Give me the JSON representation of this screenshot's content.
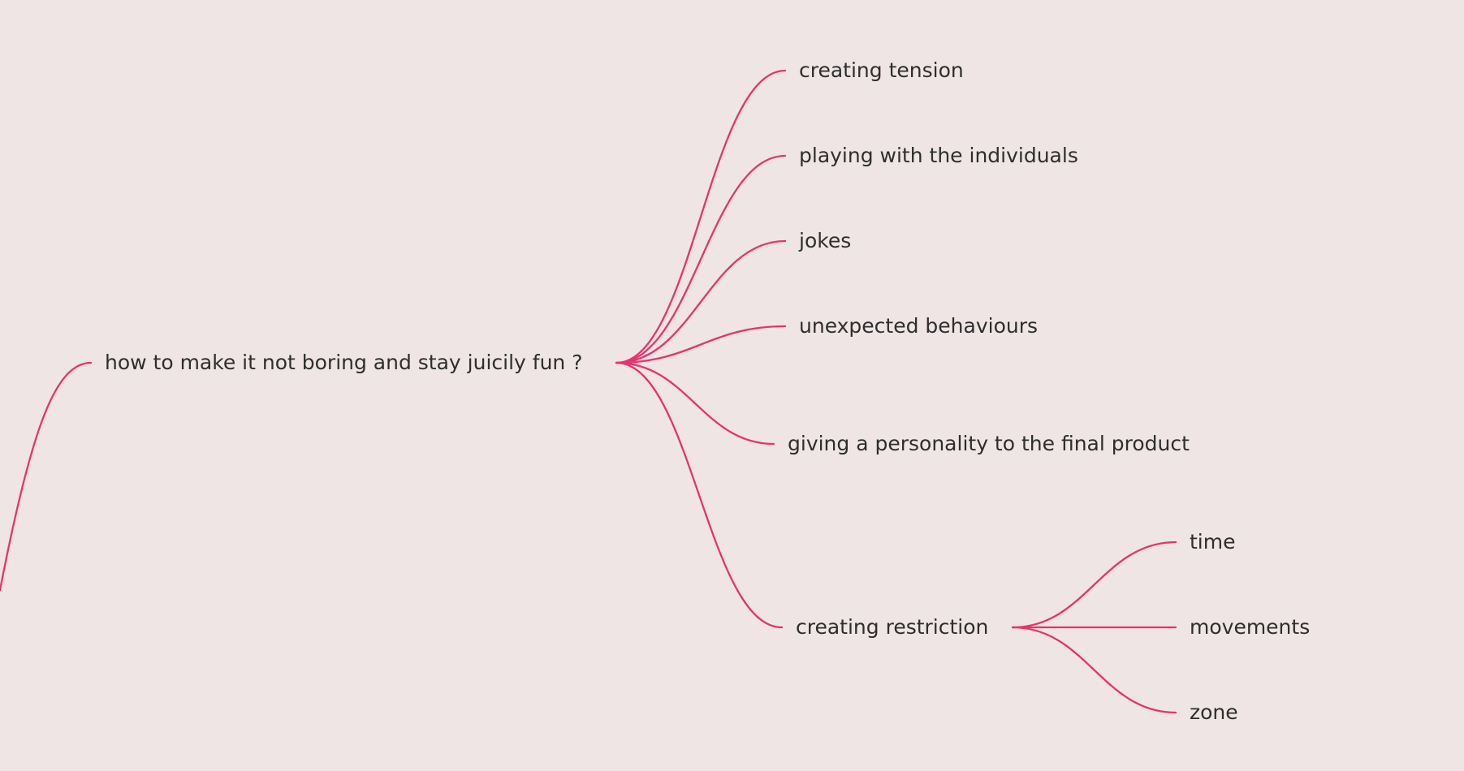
{
  "mindmap": {
    "accent_color": "#E8336F",
    "root": {
      "label": "how to make it not boring and stay juicily fun ?",
      "children": [
        {
          "label": "creating tension"
        },
        {
          "label": "playing with the individuals"
        },
        {
          "label": "jokes"
        },
        {
          "label": "unexpected behaviours"
        },
        {
          "label": "giving a personality to the final product"
        },
        {
          "label": "creating restriction",
          "children": [
            {
              "label": "time"
            },
            {
              "label": "movements"
            },
            {
              "label": "zone"
            }
          ]
        }
      ]
    }
  }
}
